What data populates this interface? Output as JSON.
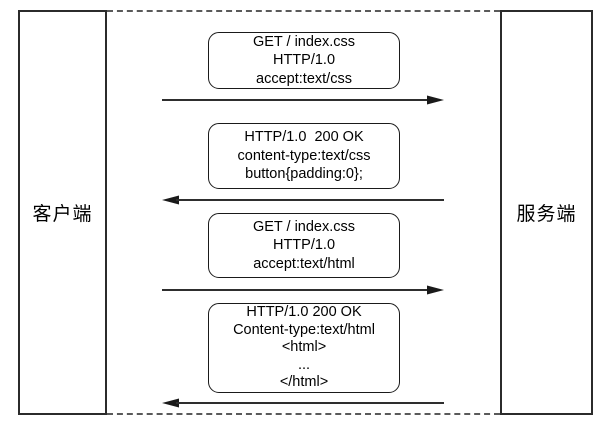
{
  "diagram": {
    "type": "sequence-diagram",
    "actors": {
      "client": {
        "label": "客户端"
      },
      "server": {
        "label": "服务端"
      }
    },
    "messages": [
      {
        "name": "css-request",
        "direction": "right",
        "lines": [
          "GET / index.css",
          "HTTP/1.0",
          "accept:text/css"
        ]
      },
      {
        "name": "css-response",
        "direction": "left",
        "lines": [
          "HTTP/1.0  200 OK",
          "content-type:text/css",
          "button{padding:0};"
        ]
      },
      {
        "name": "html-request",
        "direction": "right",
        "lines": [
          "GET / index.css",
          "HTTP/1.0",
          "accept:text/html"
        ]
      },
      {
        "name": "html-response",
        "direction": "left",
        "lines": [
          "HTTP/1.0 200 OK",
          "Content-type:text/html",
          "<html>",
          "...",
          "</html>"
        ]
      }
    ],
    "colors": {
      "background": "#ffffff",
      "text": "#000000",
      "box_border": "#1a1a1a",
      "actor_border": "#2b2b2b",
      "arrow": "#2e2e2e",
      "dashed_line": "#5a5a5a"
    }
  }
}
